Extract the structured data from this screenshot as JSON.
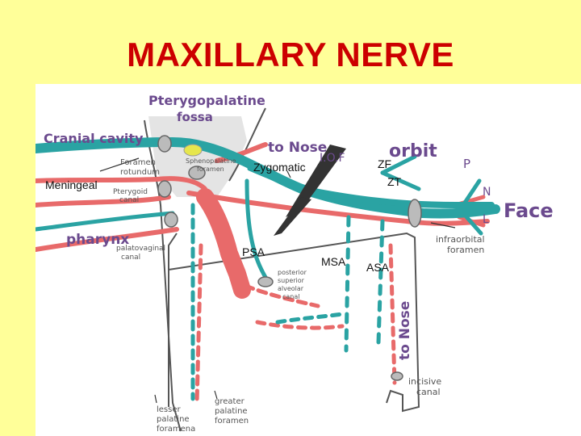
{
  "slide": {
    "title": "MAXILLARY NERVE",
    "colors": {
      "background": "#ffff99",
      "title": "#cc0000",
      "nerve": "#2aa3a3",
      "artery": "#e86a6a",
      "bone": "#555555",
      "handwriting": "#6b4a8e"
    }
  },
  "labels": {
    "pterygopalatine": "Pterygopalatine",
    "fossa": "fossa",
    "cranial_cavity": "Cranial cavity",
    "to_nose_top": "to Nose",
    "iof": "I.O.F",
    "orbit": "orbit",
    "zf": "ZF",
    "zt": "ZT",
    "p": "P",
    "n": "N",
    "l": "L",
    "face": "Face",
    "zygomatic": "Zygomatic",
    "meningeal": "Meningeal",
    "foramen_rotundum_1": "Foramen",
    "foramen_rotundum_2": "rotundum",
    "sphenopalatine_1": "Sphenopalatine",
    "sphenopalatine_2": "foramen",
    "pterygoid_canal_1": "Pterygoid",
    "pterygoid_canal_2": "canal",
    "pharynx": "pharynx",
    "palatovaginal_1": "palatovaginal",
    "palatovaginal_2": "canal",
    "psa": "PSA",
    "psa_canal_1": "posterior",
    "psa_canal_2": "superior",
    "psa_canal_3": "alveolar",
    "psa_canal_4": "canal",
    "msa": "MSA",
    "asa": "ASA",
    "infraorbital_1": "infraorbital",
    "infraorbital_2": "foramen",
    "to_nose_side": "to Nose",
    "incisive_1": "incisive",
    "incisive_2": "canal",
    "lesser_1": "lesser",
    "lesser_2": "palatine",
    "lesser_3": "foramena",
    "greater_1": "greater",
    "greater_2": "palatine",
    "greater_3": "foramen"
  }
}
